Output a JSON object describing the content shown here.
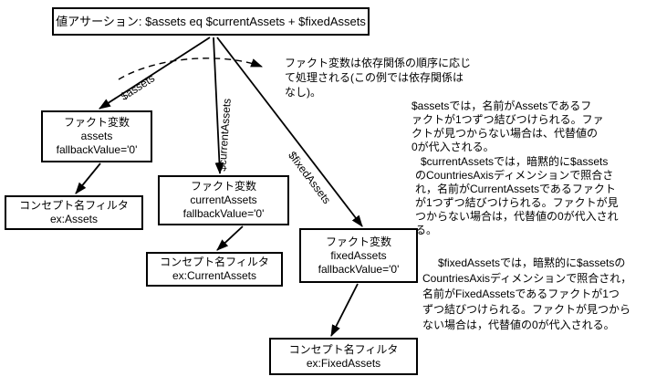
{
  "diagram": {
    "colors": {
      "background": "#ffffff",
      "line": "#000000",
      "box_border": "#000000",
      "text": "#000000"
    },
    "assertion": {
      "label": "値アサーション: $assets eq $currentAssets + $fixedAssets"
    },
    "fact_variables": [
      {
        "arrow_label": "$assets",
        "title": "ファクト変数",
        "name": "assets",
        "attr": "fallbackValue='0'",
        "filter": {
          "title": "コンセプト名フィルタ",
          "concept": "ex:Assets"
        }
      },
      {
        "arrow_label": "$currentAssets",
        "title": "ファクト変数",
        "name": "currentAssets",
        "attr": "fallbackValue='0'",
        "filter": {
          "title": "コンセプト名フィルタ",
          "concept": "ex:CurrentAssets"
        }
      },
      {
        "arrow_label": "$fixedAssets",
        "title": "ファクト変数",
        "name": "fixedAssets",
        "attr": "fallbackValue='0'",
        "filter": {
          "title": "コンセプト名フィルタ",
          "concept": "ex:FixedAssets"
        }
      }
    ],
    "dependency_note": "ファクト変数は依存関係の順序に応じ\nて処理される(この例では依存関係は\nなし)。",
    "side_notes": [
      "$assetsでは，名前がAssetsであるフ\nァクトが1つずつ結びつけられる。ファ\nクトが見つからない場合は、代替値の\n0が代入される。",
      "$currentAssetsでは，暗黙的に$assets\nのCountriesAxisディメンションで照合さ\nれ，名前がCurrentAssetsであるファクト\nが1つずつ結びつけられる。ファクトが見\nつからない場合は，代替値の0が代入され\nる。",
      "$fixedAssetsでは，暗黙的に$assetsの\nCountriesAxisディメンションで照合され，\n名前がFixedAssetsであるファクトが1つ\nずつ結びつけられる。ファクトが見つから\nない場合は，代替値の0が代入される。"
    ]
  }
}
